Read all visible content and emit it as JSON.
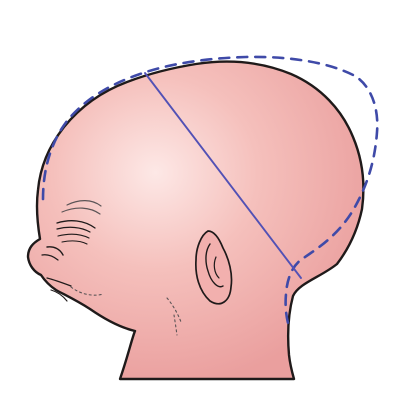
{
  "colors": {
    "background": "#ffffff",
    "skin_light": "#f8d5d1",
    "skin_mid": "#f0b3b0",
    "skin_dark": "#e9a5a3",
    "outline": "#1f1a1a",
    "dashed_outline": "#3f4aa8",
    "measurement_line": "#5251b5"
  },
  "icons": {
    "head": "infant-head-profile",
    "dashed_overlay": "elongated-skull-outline",
    "measurement": "occipitofrontal-line"
  }
}
